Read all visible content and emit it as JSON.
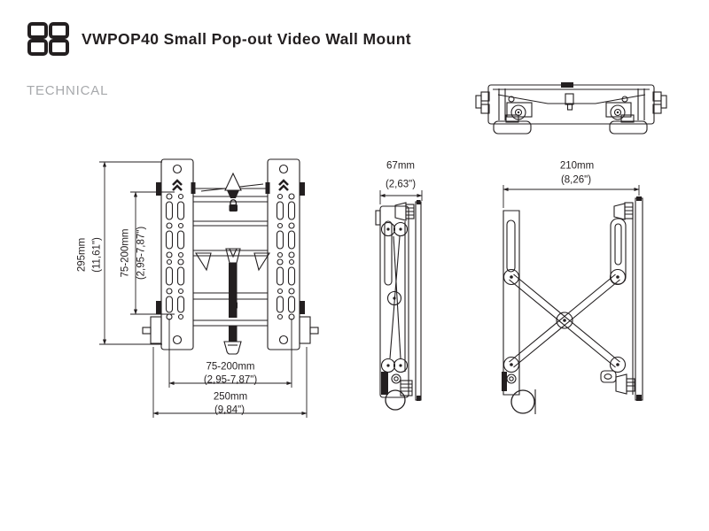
{
  "header": {
    "logo_icon": "video-wall-grid-icon",
    "title": "VWPOP40 Small Pop-out Video Wall Mount",
    "section_label": "TECHNICAL"
  },
  "colors": {
    "line": "#231f20",
    "muted_text": "#a7a9ac",
    "background": "#ffffff"
  },
  "views": {
    "front": {
      "dimensions": {
        "height_mm": "295mm",
        "height_in": "(11,61\")",
        "vesa_vertical_mm": "75-200mm",
        "vesa_vertical_in": "(2,95-7,87\")",
        "vesa_horizontal_mm": "75-200mm",
        "vesa_horizontal_in": "(2,95-7,87\")",
        "width_mm": "250mm",
        "width_in": "(9,84\")"
      }
    },
    "side_retracted": {
      "dimensions": {
        "depth_mm": "67mm",
        "depth_in": "(2,63\")"
      }
    },
    "side_extended": {
      "dimensions": {
        "extension_mm": "210mm",
        "extension_in": "(8,26\")"
      }
    }
  }
}
